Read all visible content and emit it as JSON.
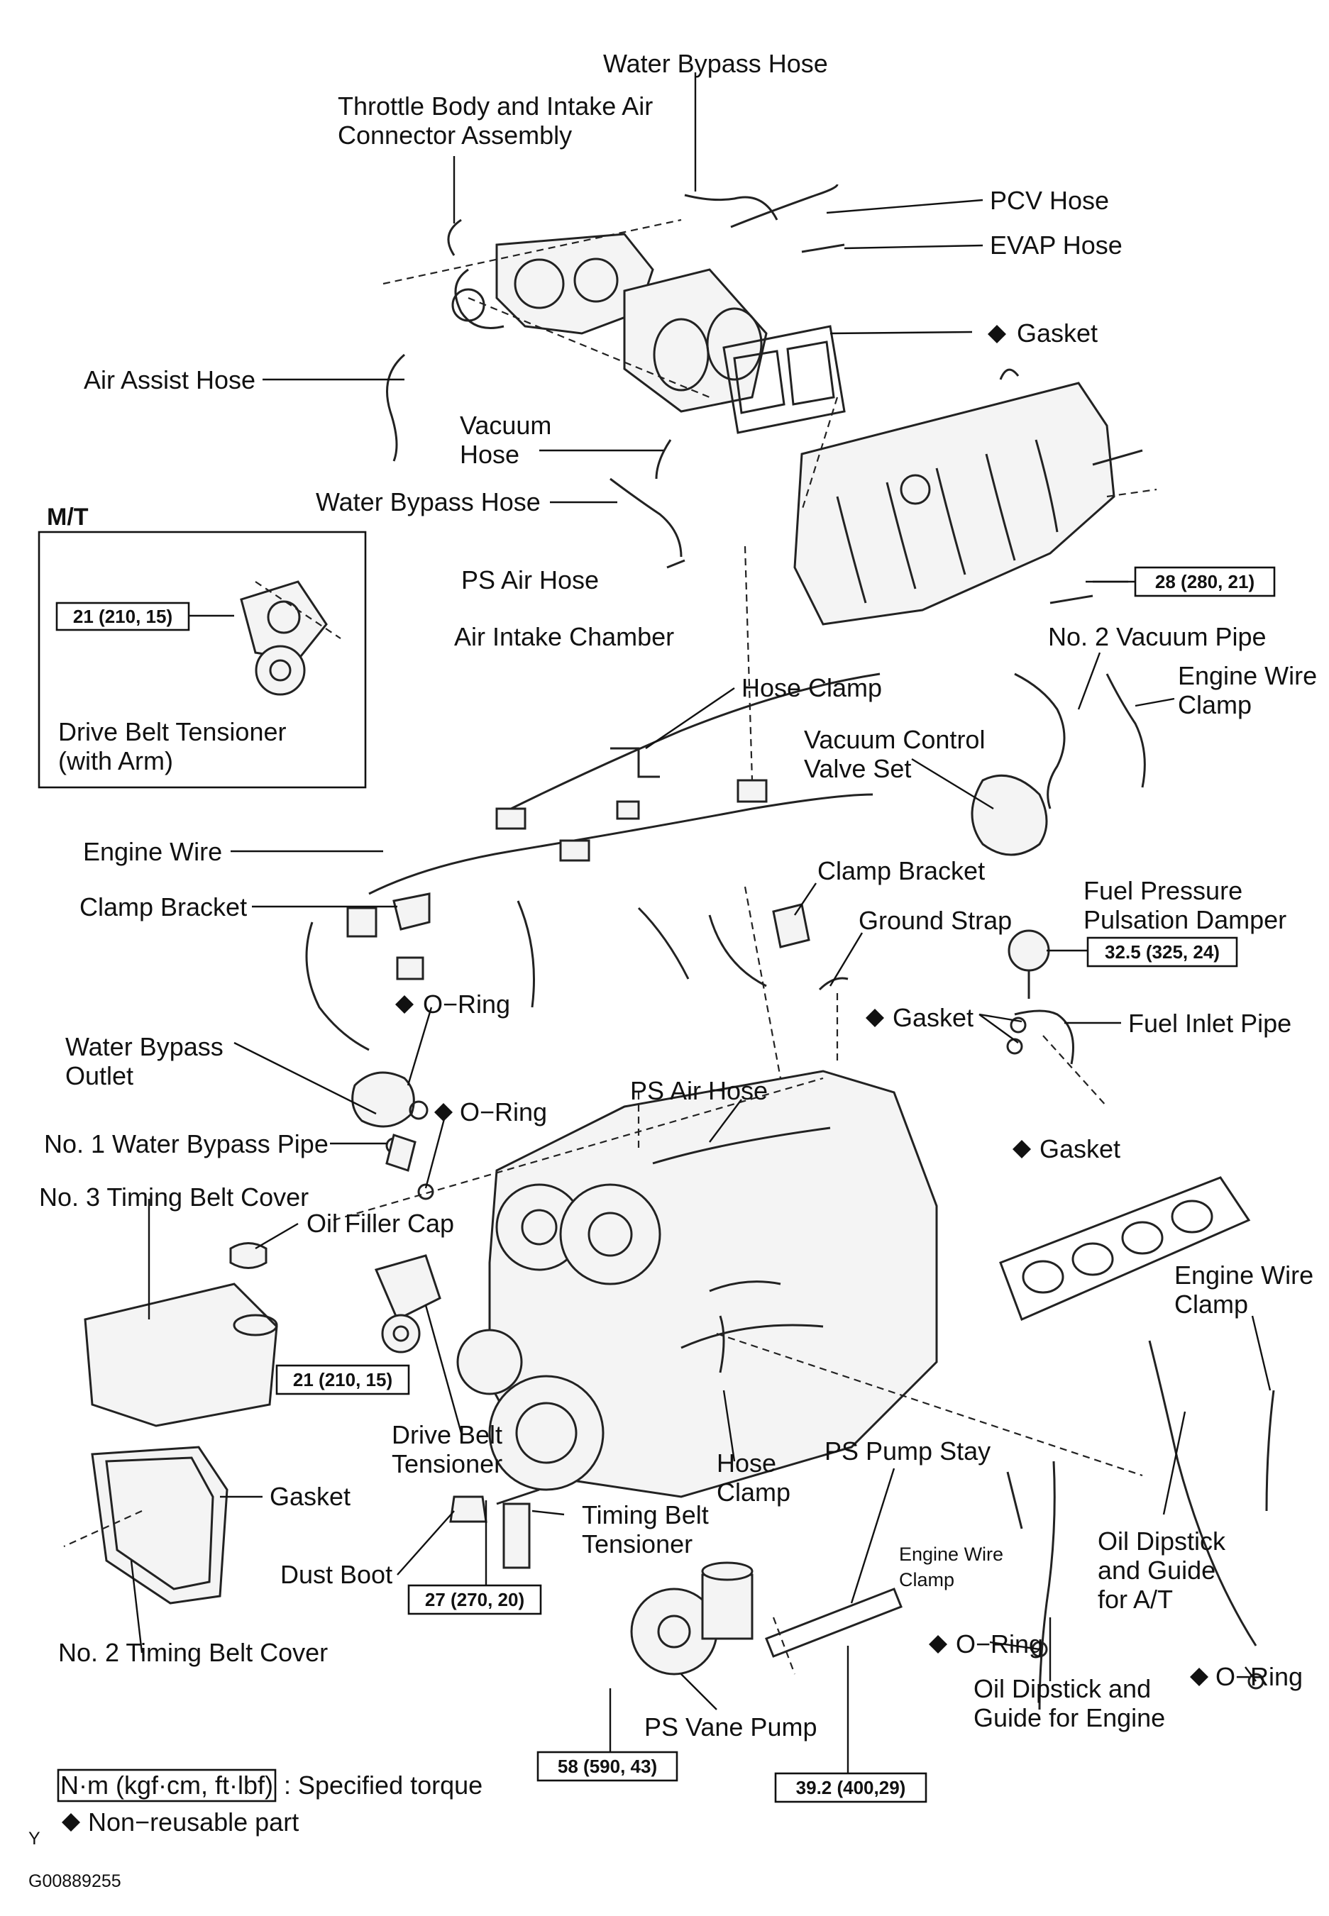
{
  "figure_id": "G00889255",
  "corner_mark": "Y",
  "mt_title": "M/T",
  "labels": {
    "water_bypass_hose_top": "Water Bypass Hose",
    "throttle_body_l1": "Throttle Body and Intake Air",
    "throttle_body_l2": "Connector Assembly",
    "pcv_hose": "PCV Hose",
    "evap_hose": "EVAP Hose",
    "gasket_top": "Gasket",
    "air_assist_hose": "Air Assist Hose",
    "vacuum_hose_l1": "Vacuum",
    "vacuum_hose_l2": "Hose",
    "water_bypass_hose_mid": "Water Bypass Hose",
    "ps_air_hose_top": "PS Air Hose",
    "air_intake_chamber": "Air Intake Chamber",
    "no2_vacuum_pipe": "No. 2 Vacuum Pipe",
    "engine_wire_clamp_top_l1": "Engine Wire",
    "engine_wire_clamp_top_l2": "Clamp",
    "hose_clamp_top": "Hose Clamp",
    "vacuum_control_l1": "Vacuum Control",
    "vacuum_control_l2": "Valve Set",
    "drive_belt_tensioner_arm_l1": "Drive Belt Tensioner",
    "drive_belt_tensioner_arm_l2": "(with Arm)",
    "engine_wire": "Engine Wire",
    "clamp_bracket_left": "Clamp Bracket",
    "clamp_bracket_right": "Clamp Bracket",
    "ground_strap": "Ground Strap",
    "fuel_pressure_l1": "Fuel Pressure",
    "fuel_pressure_l2": "Pulsation Damper",
    "o_ring_1": "O−Ring",
    "gasket_mid": "Gasket",
    "fuel_inlet_pipe": "Fuel Inlet Pipe",
    "water_bypass_outlet_l1": "Water Bypass",
    "water_bypass_outlet_l2": "Outlet",
    "ps_air_hose_mid": "PS Air Hose",
    "o_ring_2": "O−Ring",
    "no1_water_bypass_pipe": "No. 1 Water Bypass Pipe",
    "gasket_exhaust": "Gasket",
    "no3_timing_belt_cover": "No. 3 Timing Belt Cover",
    "oil_filler_cap": "Oil Filler Cap",
    "engine_wire_clamp_right_l1": "Engine Wire",
    "engine_wire_clamp_right_l2": "Clamp",
    "drive_belt_tensioner_l1": "Drive Belt",
    "drive_belt_tensioner_l2": "Tensioner",
    "hose_clamp_bottom_l1": "Hose",
    "hose_clamp_bottom_l2": "Clamp",
    "ps_pump_stay": "PS Pump Stay",
    "gasket_cover": "Gasket",
    "timing_belt_tensioner_l1": "Timing Belt",
    "timing_belt_tensioner_l2": "Tensioner",
    "dust_boot": "Dust Boot",
    "engine_wire_clamp_small_l1": "Engine Wire",
    "engine_wire_clamp_small_l2": "Clamp",
    "oil_dipstick_at_l1": "Oil Dipstick",
    "oil_dipstick_at_l2": "and Guide",
    "oil_dipstick_at_l3": "for A/T",
    "no2_timing_belt_cover": "No. 2 Timing Belt Cover",
    "o_ring_3": "O−Ring",
    "o_ring_4": "O−Ring",
    "oil_dipstick_eng_l1": "Oil Dipstick and",
    "oil_dipstick_eng_l2": "Guide for Engine",
    "ps_vane_pump": "PS Vane Pump"
  },
  "torques": {
    "t_intake": "28 (280, 21)",
    "t_mt_tensioner": "21 (210, 15)",
    "t_fuel_damper": "32.5 (325, 24)",
    "t_belt_tensioner": "21 (210, 15)",
    "t_timing_tensioner": "27 (270, 20)",
    "t_vane_pump": "58 (590, 43)",
    "t_pump_stay": "39.2 (400,29)"
  },
  "legend": {
    "torque_unit": "N·m (kgf·cm, ft·lbf)",
    "torque_desc": ": Specified torque",
    "nonreusable_desc": "Non−reusable part"
  },
  "icons": {
    "nonreusable": "diamond-icon"
  }
}
